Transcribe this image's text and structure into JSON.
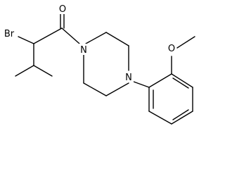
{
  "molecule": {
    "atoms": {
      "oxygen_carbonyl": "O",
      "bromine": "Br",
      "nitrogen_amide": "N",
      "nitrogen_aryl": "N",
      "oxygen_methoxy": "O"
    },
    "colors": {
      "line": "#000000",
      "background": "#ffffff"
    }
  }
}
